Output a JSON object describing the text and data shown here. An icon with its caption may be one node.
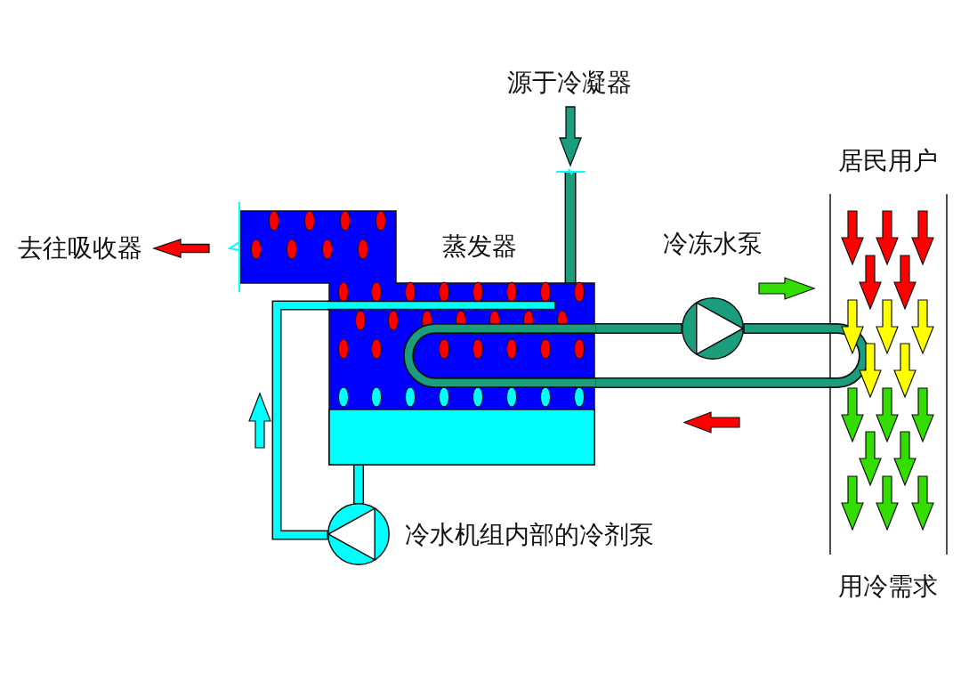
{
  "diagram": {
    "nodes": [
      {
        "text": [
          "源于冷凝器"
        ]
      },
      {
        "text": [
          "去往吸收器"
        ]
      },
      {
        "text": [
          "蒸发器"
        ]
      },
      {
        "text": [
          "冷冻水泵"
        ]
      },
      {
        "text": [
          "居民用户",
          "用冷需求"
        ]
      },
      {
        "text": [
          "冷水机组内部的冷剂泵"
        ]
      }
    ],
    "edges": [
      {
        "from": 2,
        "to": 1,
        "arrow": "to",
        "color": "#ff0000"
      },
      {
        "from": 0,
        "to": 2,
        "arrow": "to"
      },
      {
        "from": 2,
        "to": 3,
        "arrow": "none"
      },
      {
        "from": 3,
        "to": 4,
        "arrow": "none"
      },
      {
        "from": 4,
        "to": 2,
        "arrow": "none"
      },
      {
        "from": 2,
        "to": 5,
        "arrow": "none",
        "color": "#00ffff"
      },
      {
        "from": 5,
        "to": 2,
        "arrow": "none",
        "color": "#00ffff"
      }
    ]
  }
}
